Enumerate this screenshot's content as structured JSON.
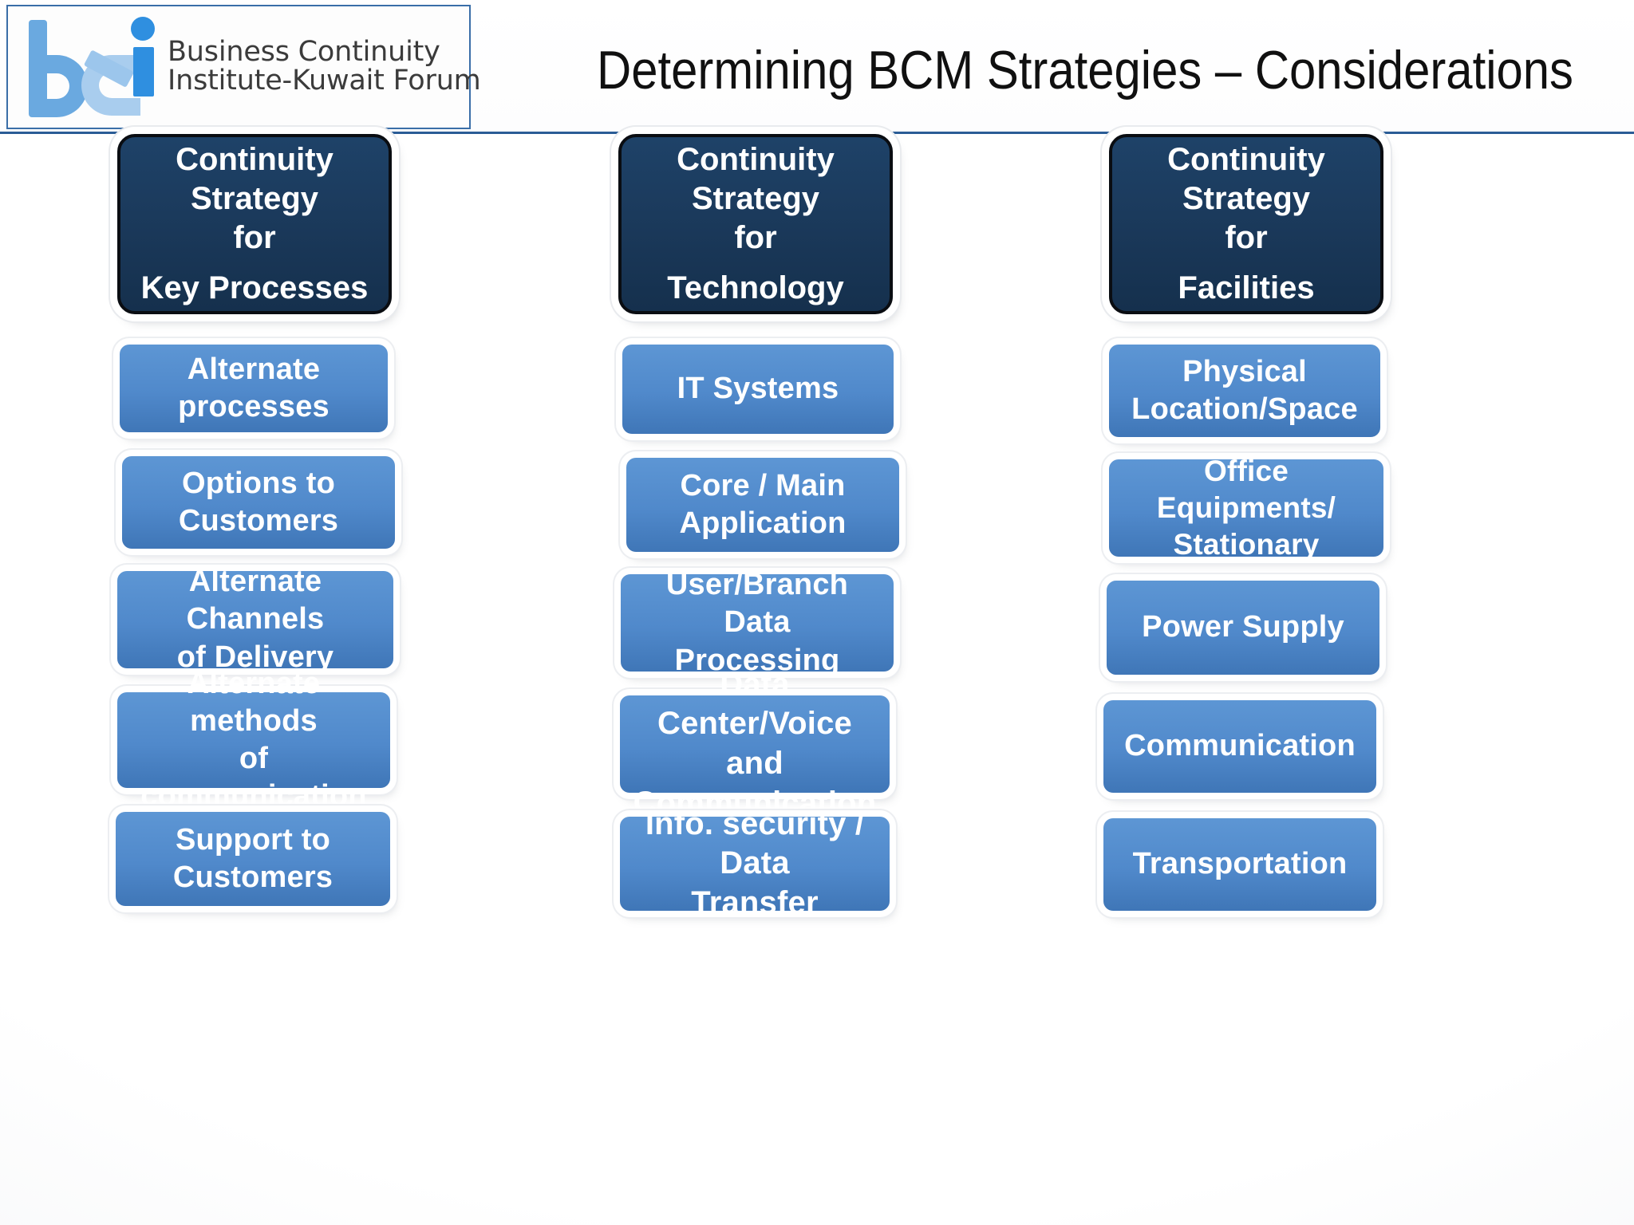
{
  "header": {
    "title": "Determining BCM Strategies – Considerations",
    "logo": {
      "name": "bci-kuwait-forum-logo",
      "line1": "Business Continuity",
      "line2": "Institute-Kuwait Forum"
    }
  },
  "colors": {
    "header_card_fill": "#1b3a5c",
    "card_fill": "#5089cb",
    "card_border": "#ffffff",
    "text": "#ffffff",
    "title_text": "#101010",
    "logo_blue": "#6aa9e0",
    "logo_light_blue": "#a9cdee",
    "logo_accent_blue": "#2f8fe0",
    "header_rule": "#2a5c96",
    "background": "#ffffff"
  },
  "columns": [
    {
      "id": "key-processes",
      "head": {
        "line1": "Continuity Strategy",
        "line2": "for",
        "line3": "Key Processes"
      },
      "items": [
        {
          "label": "Alternate processes"
        },
        {
          "label": "Options to\nCustomers"
        },
        {
          "label": "Alternate Channels\nof Delivery"
        },
        {
          "label": "Alternate methods\nof communication"
        },
        {
          "label": "Support to\nCustomers"
        }
      ]
    },
    {
      "id": "technology",
      "head": {
        "line1": "Continuity Strategy",
        "line2": "for",
        "line3": "Technology"
      },
      "items": [
        {
          "label": "IT  Systems"
        },
        {
          "label": "Core / Main\nApplication"
        },
        {
          "label": "User/Branch Data\nProcessing"
        },
        {
          "label": "Data Center/Voice\nand Communication"
        },
        {
          "label": "Info. security / Data\nTransfer"
        }
      ]
    },
    {
      "id": "facilities",
      "head": {
        "line1": "Continuity Strategy",
        "line2": "for",
        "line3": "Facilities"
      },
      "items": [
        {
          "label": "Physical\nLocation/Space"
        },
        {
          "label": "Office  Equipments/\nStationary"
        },
        {
          "label": "Power Supply"
        },
        {
          "label": "Communication"
        },
        {
          "label": "Transportation"
        }
      ]
    }
  ]
}
